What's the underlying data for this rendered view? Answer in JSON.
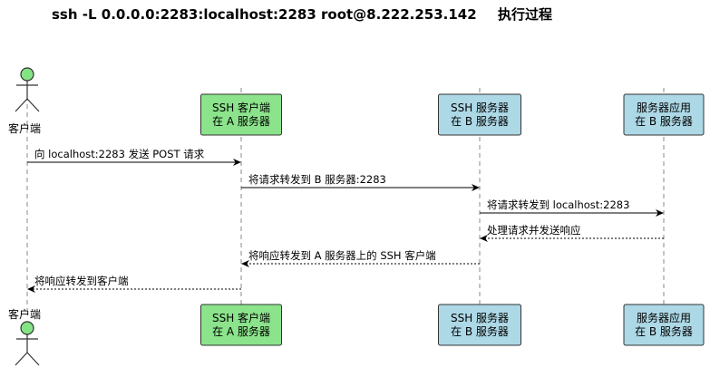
{
  "title": {
    "command": "ssh -L 0.0.0.0:2283:localhost:2283 root@8.222.253.142",
    "suffix": "执行过程"
  },
  "colors": {
    "actor": "#84E484",
    "ssh_client": "#8BE38B",
    "ssh_server": "#ADD8E6",
    "app_server": "#ADD8E6",
    "border": "#333333",
    "line": "#000000"
  },
  "participants": [
    {
      "id": "client",
      "kind": "actor",
      "lines": [
        "客户端"
      ],
      "icon": "stick-figure-icon"
    },
    {
      "id": "ssh_client",
      "kind": "box",
      "lines": [
        "SSH 客户端",
        "在 A 服务器"
      ]
    },
    {
      "id": "ssh_server",
      "kind": "box",
      "lines": [
        "SSH 服务器",
        "在 B 服务器"
      ]
    },
    {
      "id": "app_server",
      "kind": "box",
      "lines": [
        "服务器应用",
        "在 B 服务器"
      ]
    }
  ],
  "messages": [
    {
      "from": "client",
      "to": "ssh_client",
      "text": "向 localhost:2283 发送 POST 请求",
      "style": "solid"
    },
    {
      "from": "ssh_client",
      "to": "ssh_server",
      "text": "将请求转发到 B 服务器:2283",
      "style": "solid"
    },
    {
      "from": "ssh_server",
      "to": "app_server",
      "text": "将请求转发到 localhost:2283",
      "style": "solid"
    },
    {
      "from": "app_server",
      "to": "ssh_server",
      "text": "处理请求并发送响应",
      "style": "dotted"
    },
    {
      "from": "ssh_server",
      "to": "ssh_client",
      "text": "将响应转发到 A 服务器上的 SSH 客户端",
      "style": "dotted"
    },
    {
      "from": "ssh_client",
      "to": "client",
      "text": "将响应转发到客户端",
      "style": "dotted"
    }
  ]
}
